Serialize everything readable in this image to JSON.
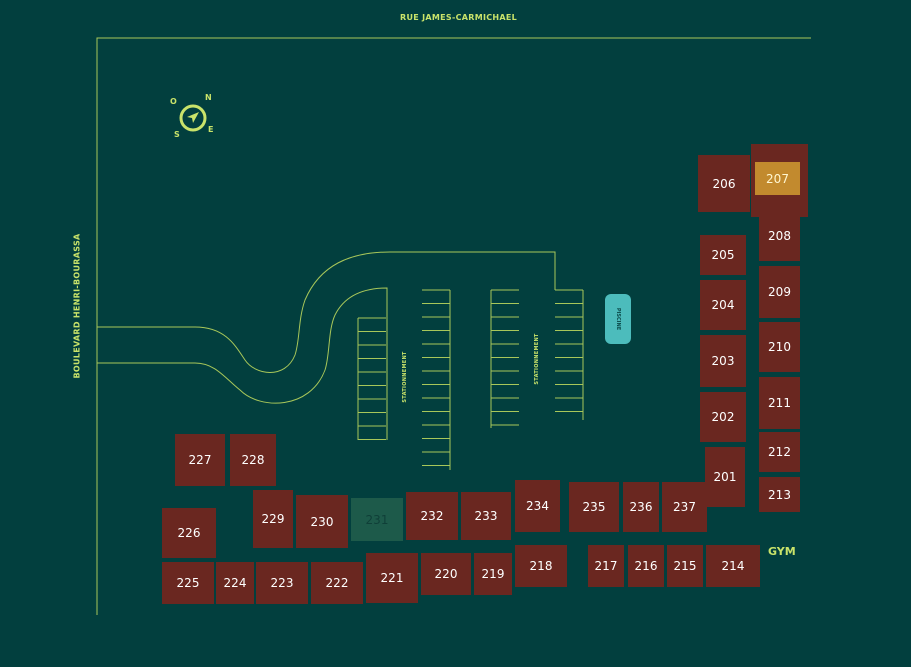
{
  "streets": {
    "north": "RUE JAMES-CARMICHAEL",
    "west": "BOULEVARD HENRI-BOURASSA"
  },
  "parking": [
    "STATIONNEMENT",
    "STATIONNEMENT"
  ],
  "amenities": {
    "pool": "PISCINE",
    "gym": "GYM"
  },
  "compass": {
    "n": "N",
    "e": "E",
    "s": "S",
    "o": "O"
  },
  "colors": {
    "background": "#023f3e",
    "unit": "#6a2720",
    "selected": "#c28a2e",
    "unavailable": "#1d5a4a",
    "lines": "#a8c75a"
  },
  "selected_unit": "207",
  "unavailable_units": [
    "231"
  ],
  "units": [
    "201",
    "202",
    "203",
    "204",
    "205",
    "206",
    "207",
    "208",
    "209",
    "210",
    "211",
    "212",
    "213",
    "214",
    "215",
    "216",
    "217",
    "218",
    "219",
    "220",
    "221",
    "222",
    "223",
    "224",
    "225",
    "226",
    "227",
    "228",
    "229",
    "230",
    "231",
    "232",
    "233",
    "234",
    "235",
    "236",
    "237"
  ]
}
